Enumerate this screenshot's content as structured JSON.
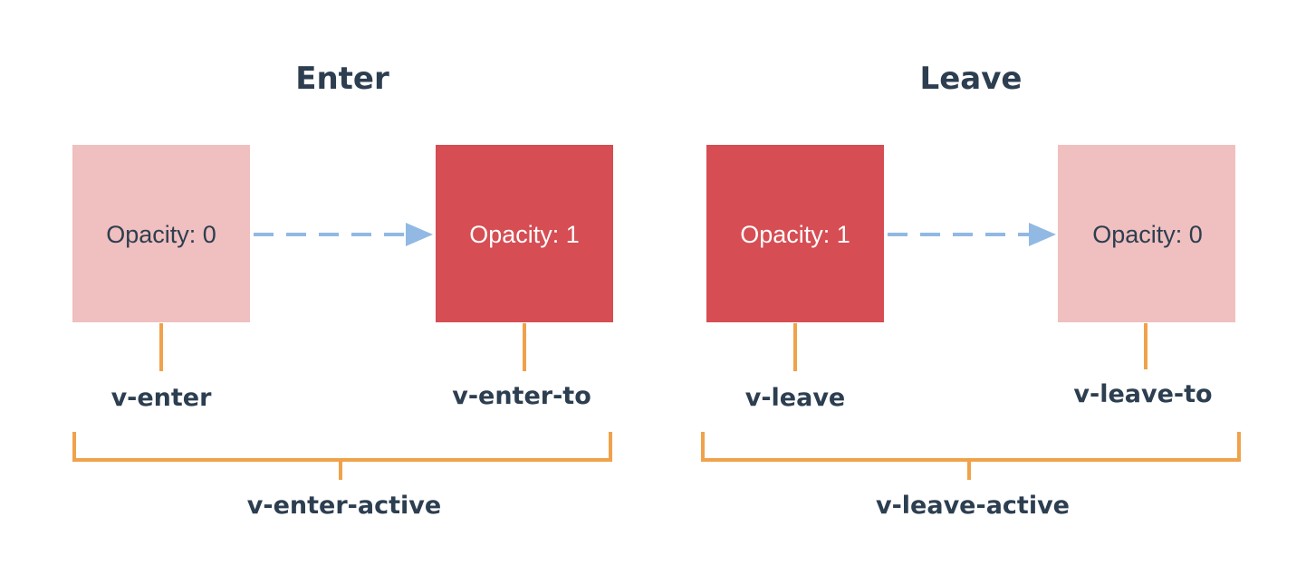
{
  "colors": {
    "faded_box": "#f0bfbf",
    "solid_box": "#d64d53",
    "faded_text": "#2c3e50",
    "solid_text": "#ffffff",
    "bracket": "#f0a24a",
    "arrow": "#91b9e3",
    "heading": "#2c3e50"
  },
  "enter": {
    "title": "Enter",
    "from_box": {
      "label": "Opacity: 0",
      "opacity_value": 0
    },
    "to_box": {
      "label": "Opacity: 1",
      "opacity_value": 1
    },
    "from_class": "v-enter",
    "to_class": "v-enter-to",
    "active_class": "v-enter-active"
  },
  "leave": {
    "title": "Leave",
    "from_box": {
      "label": "Opacity: 1",
      "opacity_value": 1
    },
    "to_box": {
      "label": "Opacity: 0",
      "opacity_value": 0
    },
    "from_class": "v-leave",
    "to_class": "v-leave-to",
    "active_class": "v-leave-active"
  }
}
